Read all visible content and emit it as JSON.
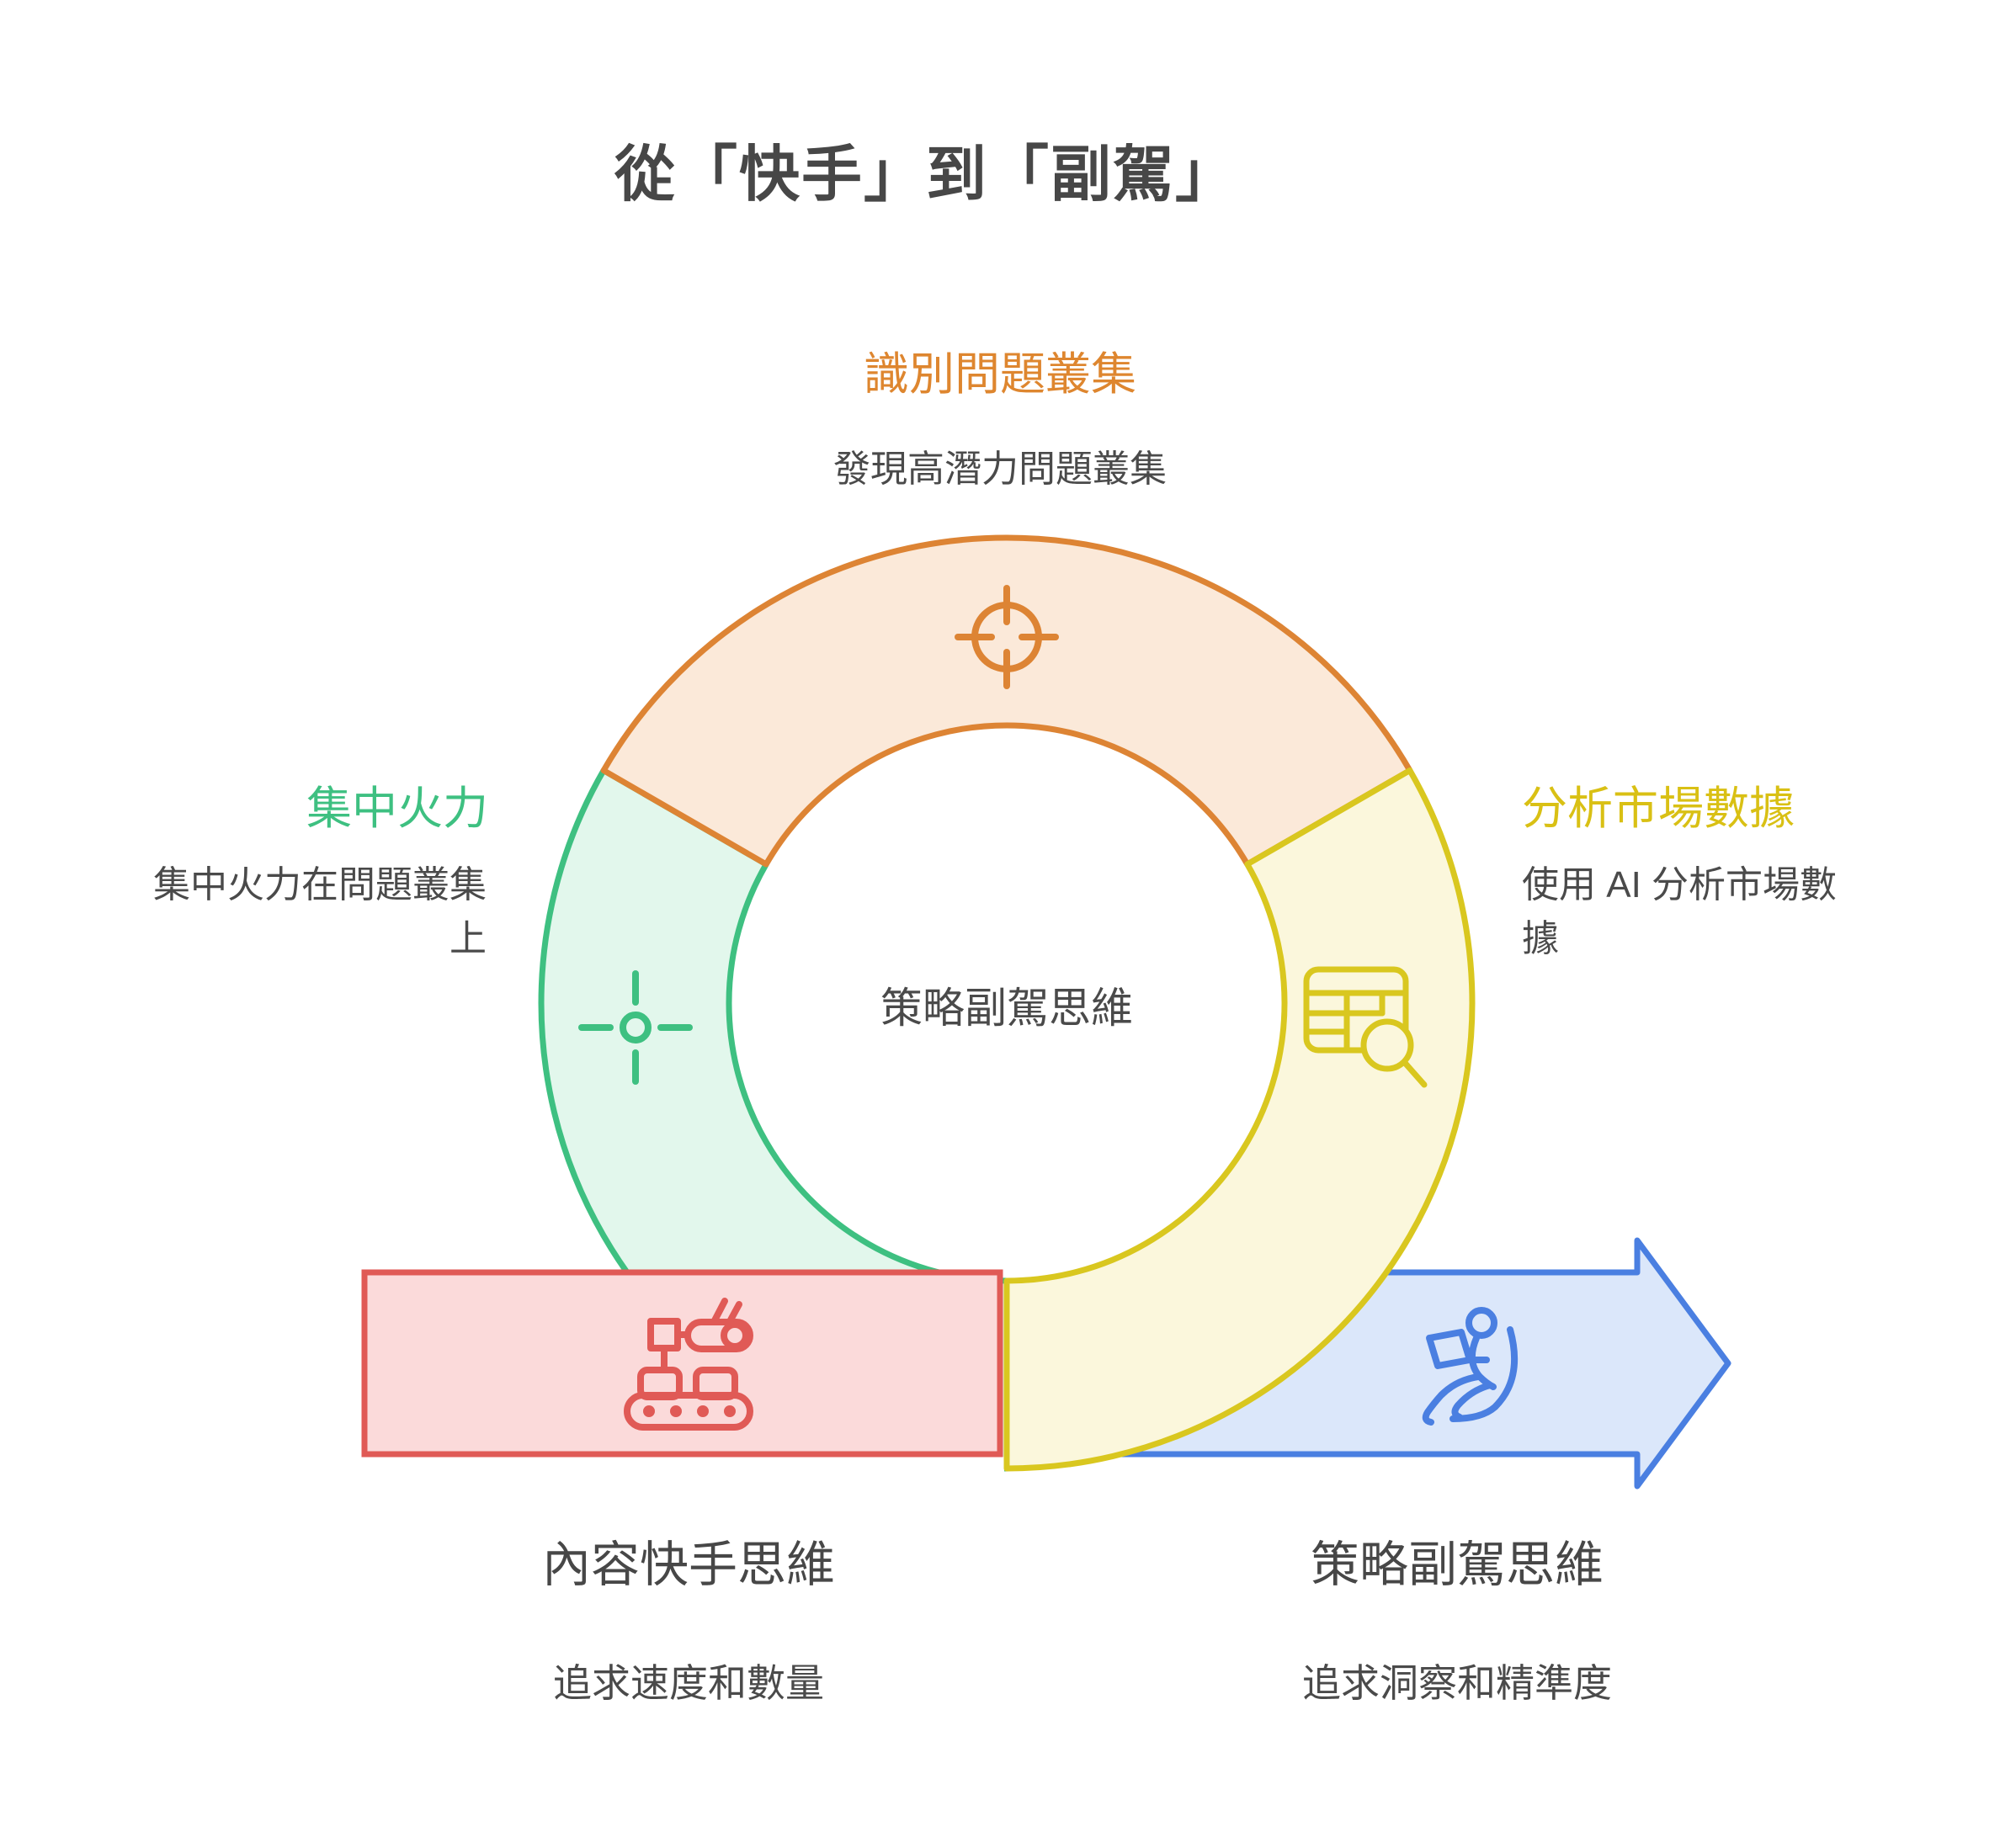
{
  "title": "從「快手」到「副駕」",
  "center_label": "策略副駕思維",
  "segments": [
    {
      "id": "identify-problems",
      "heading": "識別問題叢集",
      "description": "發現高潛力問題叢集",
      "icon": "target-icon",
      "stroke_color": "#dd8434",
      "fill_color": "#fbe9d9",
      "heading_color": "#de862f"
    },
    {
      "id": "analyze-market-data",
      "heading": "分析市場數據",
      "description": "使用 AI 分析市場數\n據",
      "icon": "table-search-icon",
      "stroke_color": "#d9c71f",
      "fill_color": "#fbf7dc",
      "heading_color": "#d9c014"
    },
    {
      "id": "focus-fire",
      "heading": "集中火力",
      "description": "集中火力在問題叢集\n上",
      "icon": "focus-crosshair-icon",
      "stroke_color": "#3ec081",
      "fill_color": "#e2f7ec",
      "heading_color": "#3ec081"
    }
  ],
  "bottom": {
    "left": {
      "title": "內容快手思維",
      "subtitle": "追求速度和數量",
      "icon": "factory-conveyor-icon",
      "stroke_color": "#e05a56",
      "fill_color": "#fbdada"
    },
    "right": {
      "title": "策略副駕思維",
      "subtitle": "追求洞察和精準度",
      "icon": "person-laptop-icon",
      "stroke_color": "#4a7fe1",
      "fill_color": "#dbe7fa"
    }
  },
  "colors": {
    "text_dark": "#4a4a4a",
    "title_text": "#474747",
    "background": "#ffffff"
  }
}
